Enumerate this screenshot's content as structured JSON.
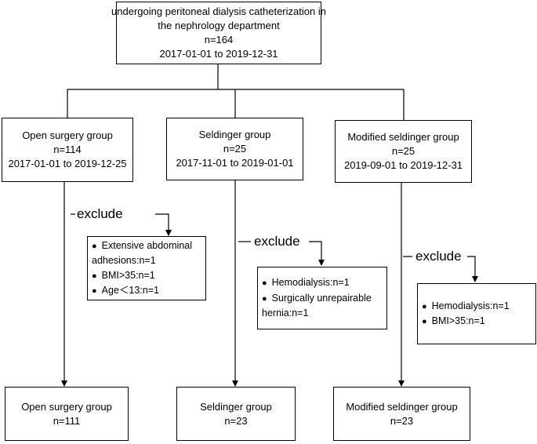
{
  "top": {
    "line1": "undergoing peritoneal dialysis catheterization in",
    "line2": "the nephrology department",
    "n": "n=164",
    "dates": "2017-01-01 to 2019-12-31"
  },
  "groups": [
    {
      "name": "Open surgery group",
      "n": "n=114",
      "dates": "2017-01-01 to 2019-12-25"
    },
    {
      "name": "Seldinger group",
      "n": "n=25",
      "dates": "2017-11-01 to 2019-01-01"
    },
    {
      "name": "Modified seldinger group",
      "n": "n=25",
      "dates": "2019-09-01 to 2019-12-31"
    }
  ],
  "exclude_label": "exclude",
  "bullet_glyph": "●",
  "exclusions": [
    [
      "Extensive abdominal",
      "adhesions:n=1",
      "BMI>35:n=1",
      "Age＜13:n=1"
    ],
    [
      "Hemodialysis:n=1",
      "Surgically unrepairable",
      "hernia:n=1"
    ],
    [
      "Hemodialysis:n=1",
      "BMI>35:n=1"
    ]
  ],
  "finals": [
    {
      "name": "Open surgery group",
      "n": "n=111"
    },
    {
      "name": "Seldinger group",
      "n": "n=23"
    },
    {
      "name": "Modified seldinger group",
      "n": "n=23"
    }
  ]
}
